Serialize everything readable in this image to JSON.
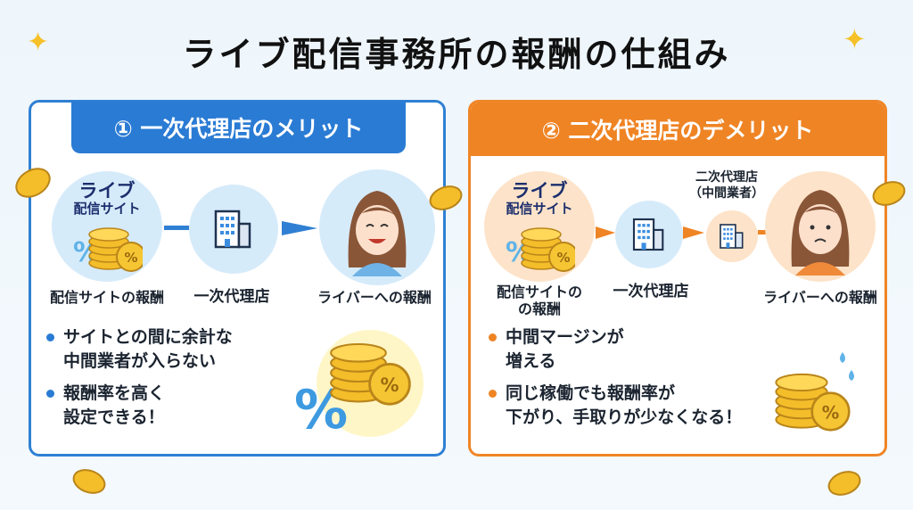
{
  "title": "ライブ配信事務所の報酬の仕組み",
  "left": {
    "header": "① 一次代理店のメリット",
    "site_line1": "ライブ",
    "site_line2": "配信サイト",
    "labels": [
      "配信サイトの報酬",
      "一次代理店",
      "ライバーへの報酬"
    ],
    "bullets": [
      [
        "サイトとの間に余計な",
        "中間業者が入らない"
      ],
      [
        "報酬率を高く",
        "設定できる！"
      ]
    ],
    "accent": "#2a7bd4"
  },
  "right": {
    "header": "② 二次代理店のデメリット",
    "site_line1": "ライブ",
    "site_line2": "配信サイト",
    "second_agency": [
      "二次代理店",
      "（中間業者）"
    ],
    "labels": [
      "配信サイトの",
      "の報酬",
      "一次代理店",
      "ライバーへの報酬"
    ],
    "bullets": [
      [
        "中間マージンが",
        "増える"
      ],
      [
        "同じ稼働でも報酬率が",
        "下がり、手取りが少なくなる！"
      ]
    ],
    "accent": "#ef8424"
  }
}
